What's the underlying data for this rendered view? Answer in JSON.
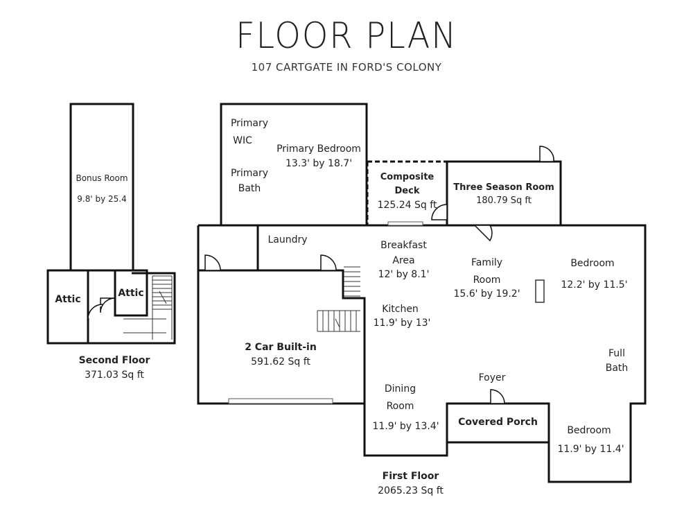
{
  "header": {
    "title": "FLOOR PLAN",
    "subtitle": "107 CARTGATE IN FORD'S COLONY"
  },
  "second_floor": {
    "caption": "Second Floor",
    "area": "371.03 Sq ft",
    "rooms": {
      "bonus_name": "Bonus Room",
      "bonus_dims": "9.8' by 25.4",
      "attic_left": "Attic",
      "attic_right": "Attic"
    }
  },
  "first_floor": {
    "caption": "First Floor",
    "area": "2065.23 Sq ft",
    "rooms": {
      "primary_wic_1": "Primary",
      "primary_wic_2": "WIC",
      "primary_bath_1": "Primary",
      "primary_bath_2": "Bath",
      "primary_bedroom_name": "Primary Bedroom",
      "primary_bedroom_dims": "13.3' by 18.7'",
      "deck_name_1": "Composite",
      "deck_name_2": "Deck",
      "deck_area": "125.24 Sq ft",
      "three_season_name": "Three Season Room",
      "three_season_area": "180.79 Sq ft",
      "laundry": "Laundry",
      "breakfast_1": "Breakfast",
      "breakfast_2": "Area",
      "breakfast_dims": "12' by 8.1'",
      "family_1": "Family",
      "family_2": "Room",
      "family_dims": "15.6' by 19.2'",
      "bedroom_a_name": "Bedroom",
      "bedroom_a_dims": "12.2' by 11.5'",
      "kitchen_name": "Kitchen",
      "kitchen_dims": "11.9' by 13'",
      "garage_name": "2 Car Built-in",
      "garage_area": "591.62 Sq ft",
      "full_bath_1": "Full",
      "full_bath_2": "Bath",
      "foyer": "Foyer",
      "dining_1": "Dining",
      "dining_2": "Room",
      "dining_dims": "11.9' by 13.4'",
      "porch": "Covered Porch",
      "bedroom_b_name": "Bedroom",
      "bedroom_b_dims": "11.9' by 11.4'"
    }
  }
}
